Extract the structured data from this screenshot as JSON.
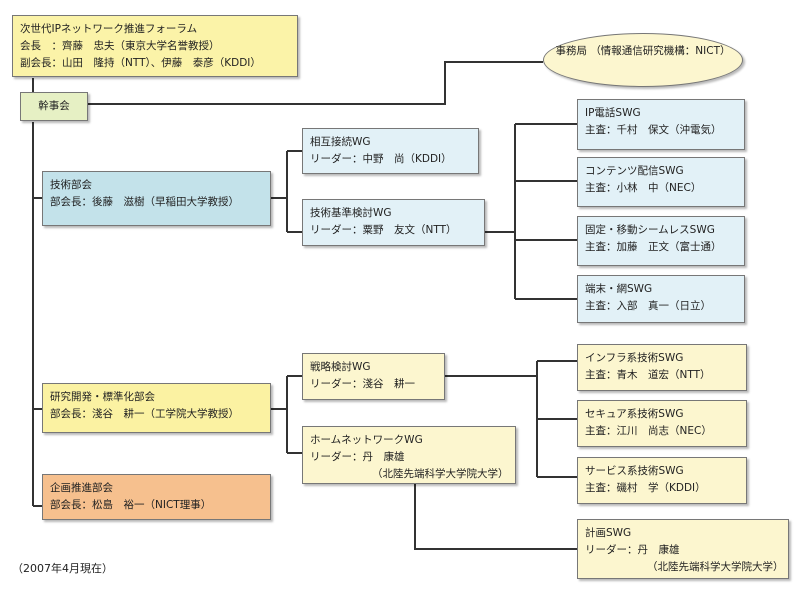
{
  "forum": {
    "title": "次世代IPネットワーク推進フォーラム",
    "chair": "会長　：齊藤　忠夫（東京大学名誉教授）",
    "vice_chair": "副会長：山田　隆持（NTT）、伊藤　泰彦（KDDI）"
  },
  "secretariat": {
    "title": "事務局",
    "org": "（情報通信研究機構：NICT）"
  },
  "executive": {
    "title": "幹事会"
  },
  "tech_committee": {
    "title": "技術部会",
    "head": "部会長：後藤　滋樹（早稲田大学教授）"
  },
  "wg_interconnect": {
    "title": "相互接続WG",
    "leader": "リーダー：中野　尚（KDDI）"
  },
  "wg_techstd": {
    "title": "技術基準検討WG",
    "leader": "リーダー：粟野　友文（NTT）"
  },
  "swg_ipphone": {
    "title": "IP電話SWG",
    "lead": "主査：千村　保文（沖電気）"
  },
  "swg_contents": {
    "title": "コンテンツ配信SWG",
    "lead": "主査：小林　中（NEC）"
  },
  "swg_fmc": {
    "title": "固定・移動シームレスSWG",
    "lead": "主査：加藤　正文（富士通）"
  },
  "swg_terminal": {
    "title": "端末・網SWG",
    "lead": "主査：入部　真一（日立）"
  },
  "rd_committee": {
    "title": "研究開発・標準化部会",
    "head": "部会長：淺谷　耕一（工学院大学教授）"
  },
  "wg_strategy": {
    "title": "戦略検討WG",
    "leader": "リーダー：淺谷　耕一"
  },
  "wg_homenet": {
    "title": "ホームネットワークWG",
    "leader": "リーダー：丹　康雄",
    "affiliation": "（北陸先端科学大学院大学）"
  },
  "swg_infra": {
    "title": "インフラ系技術SWG",
    "lead": "主査：青木　道宏（NTT）"
  },
  "swg_secure": {
    "title": "セキュア系技術SWG",
    "lead": "主査：江川　尚志（NEC）"
  },
  "swg_service": {
    "title": "サービス系技術SWG",
    "lead": "主査：磯村　学（KDDI）"
  },
  "swg_plan": {
    "title": "計画SWG",
    "leader": "リーダー：丹　康雄",
    "affiliation": "（北陸先端科学大学院大学）"
  },
  "planning_committee": {
    "title": "企画推進部会",
    "head": "部会長：松島　裕一（NICT理事）"
  },
  "footnote": "（2007年4月現在）",
  "colors": {
    "forum": "#fbf3a8",
    "executive": "#e6f0c4",
    "tech": "#c3e2ea",
    "tech_light": "#e2f1f7",
    "rd": "#fbf2a2",
    "rd_light": "#fcf6cf",
    "planning": "#f6c08e",
    "line": "#333333"
  }
}
